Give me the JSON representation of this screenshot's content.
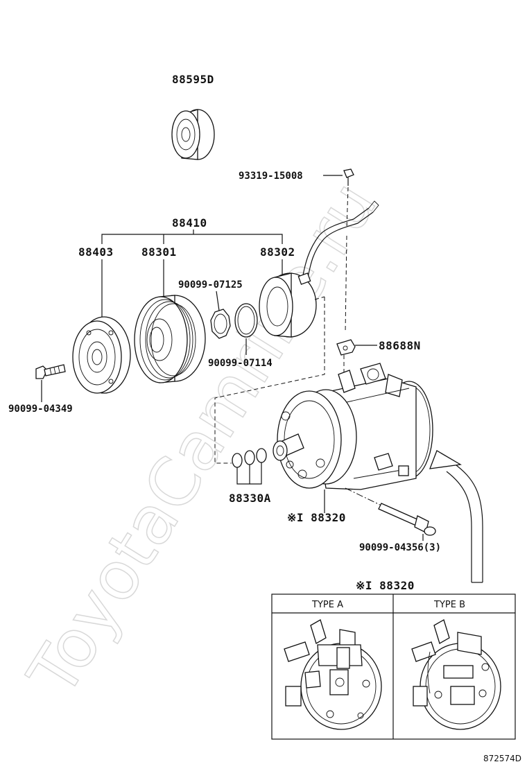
{
  "watermark": "ToyotaCamrine.ru",
  "diagram_id": "872574D",
  "labels": {
    "p88595D": "88595D",
    "p93319": "93319-15008",
    "p88410": "88410",
    "p88403": "88403",
    "p88301": "88301",
    "p88302": "88302",
    "p90099_07125": "90099-07125",
    "p90099_07114": "90099-07114",
    "p90099_04349": "90099-04349",
    "p88688N": "88688N",
    "p88330A": "88330A",
    "p88320": "※I 88320",
    "p90099_04356": "90099-04356(3)",
    "inset_title": "※I 88320"
  },
  "inset": {
    "type_a": "TYPE  A",
    "type_b": "TYPE  B"
  }
}
